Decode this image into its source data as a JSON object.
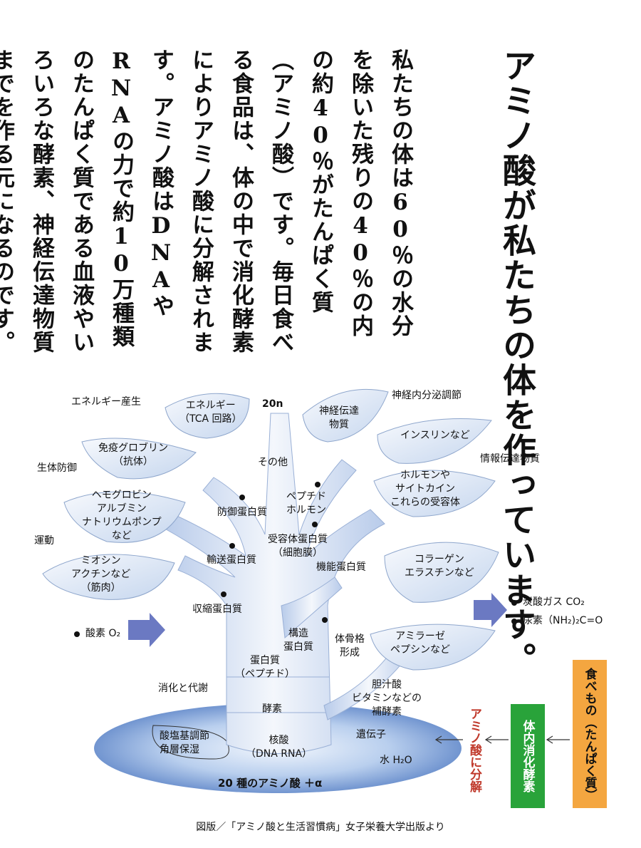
{
  "title": "アミノ酸が私たちの体を作っています。",
  "body": "私たちの体は60％の水分を除いた残りの40％の内の約40％がたんぱく質（アミノ酸）です。毎日食べる食品は、体の中で消化酵素によりアミノ酸に分解されます。アミノ酸はDNAやRNAの力で約10万種類のたんぱく質である血液やいろいろな酵素、神経伝達物質までを作る元になるのです。",
  "diagram": {
    "leaves": {
      "energy": "エネルギー\n（TCA 回路）",
      "neuro": "神経伝達\n物質",
      "insulin": "インスリンなど",
      "hormone": "ホルモンや\nサイトカイン\nこれらの受容体",
      "immuno": "免疫グロブリン\n（抗体）",
      "hemoglobin": "ヘモグロビン\nアルブミン\nナトリウムポンプ\nなど",
      "myosin": "ミオシン\nアクチンなど\n（筋肉）",
      "collagen": "コラーゲン\nエラスチンなど",
      "amylase": "アミラーゼ\nペプシンなど"
    },
    "branches": {
      "other": "その他",
      "count": "20n",
      "defense": "防御蛋白質",
      "peptide_hormone": "ペプチド\nホルモン",
      "receptor": "受容体蛋白質\n（細胞膜）",
      "transport": "輸送蛋白質",
      "functional": "機能蛋白質",
      "contraction": "収縮蛋白質",
      "structural": "構造\n蛋白質",
      "skeleton": "体骨格\n形成"
    },
    "trunk": {
      "protein": "蛋白質\n（ペプチド）",
      "enzyme": "酵素",
      "nucleic": "核酸\n（DNA RNA）"
    },
    "side_labels": {
      "energy_production": "エネルギー産生",
      "neuroendocrine": "神経内分泌調節",
      "info": "情報伝達物質",
      "defense": "生体防御",
      "exercise": "運動",
      "digestion": "消化と代謝",
      "bile": "胆汁酸\nビタミンなどの\n補酵素",
      "gene": "遺伝子",
      "water": "水 H₂O",
      "acidbase": "酸塩基調節\n角層保湿"
    },
    "base_label": "20 種のアミノ酸 ＋α",
    "oxygen": "酸素 O₂",
    "outputs": [
      "炭酸ガス CO₂",
      "尿素（NH₂)₂C=O"
    ],
    "food": "食べもの（たんぱく質）",
    "internal_enzyme": "体内消化酵素",
    "decompose": "アミノ酸に分解"
  },
  "caption": "図版／「アミノ酸と生活習慣病」女子栄養大学出版より",
  "colors": {
    "leaf_fill": "#dde8f5",
    "leaf_stroke": "#8ea6cc",
    "arrow": "#6b79c2",
    "pool_center": "#eef3fb",
    "pool_edge": "#5f86c8",
    "food_box": "#f4a640",
    "enzyme_box": "#29a33a",
    "decompose_text": "#c0392b"
  }
}
